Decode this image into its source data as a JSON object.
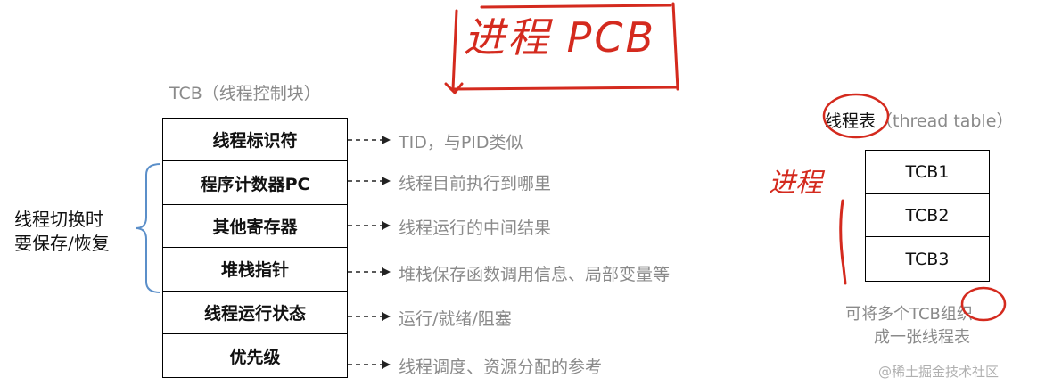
{
  "tcb": {
    "title": "TCB（线程控制块）",
    "rows": [
      {
        "label": "线程标识符",
        "desc": "TID，与PID类似"
      },
      {
        "label": "程序计数器PC",
        "desc": "线程目前执行到哪里"
      },
      {
        "label": "其他寄存器",
        "desc": "线程运行的中间结果"
      },
      {
        "label": "堆栈指针",
        "desc": "堆栈保存函数调用信息、局部变量等"
      },
      {
        "label": "线程运行状态",
        "desc": "运行/就绪/阻塞"
      },
      {
        "label": "优先级",
        "desc": "线程调度、资源分配的参考"
      }
    ]
  },
  "side_label": [
    "线程切换时",
    "要保存/恢复"
  ],
  "thread_table": {
    "label_main": "线程表",
    "label_en": "（thread table）",
    "rows": [
      "TCB1",
      "TCB2",
      "TCB3"
    ],
    "note": [
      "可将多个TCB组织",
      "成一张线程表"
    ]
  },
  "handwriting": {
    "title": "进程 PCB",
    "side": "进程"
  },
  "watermark": "@稀土掘金技术社区",
  "colors": {
    "ink_red": "#d42a1e",
    "gray_text": "#8a8a8a",
    "brace_blue": "#5b8fc9"
  }
}
